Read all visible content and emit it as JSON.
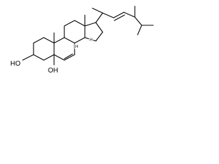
{
  "molecule": {
    "atom_labels": {
      "ho_3": "HO",
      "oh_5": "OH",
      "h_8": "H",
      "h_14": "H"
    },
    "colors": {
      "bond": "#000000",
      "background": "#ffffff"
    }
  }
}
